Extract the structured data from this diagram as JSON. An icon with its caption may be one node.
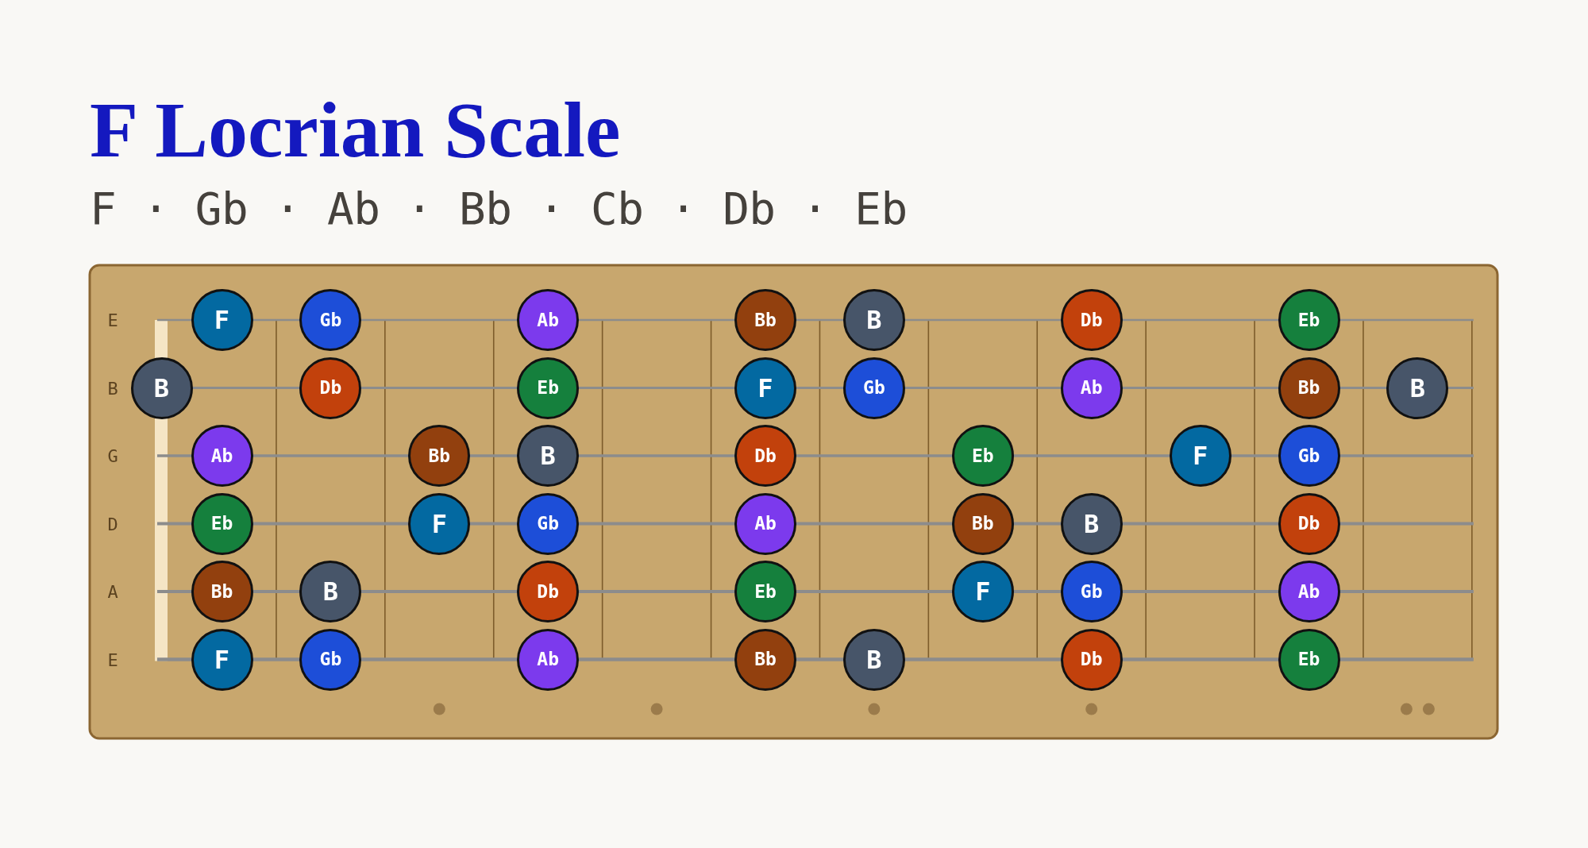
{
  "diagram": {
    "title": "F Locrian Scale",
    "nodes": [
      {
        "text": [
          "F"
        ]
      },
      {
        "text": [
          "Gb"
        ]
      },
      {
        "text": [
          "Ab"
        ]
      },
      {
        "text": [
          "Bb"
        ]
      },
      {
        "text": [
          "B"
        ]
      },
      {
        "text": [
          "Db"
        ]
      },
      {
        "text": [
          "Eb"
        ]
      },
      {
        "text": [
          "B"
        ]
      },
      {
        "text": [
          "Db"
        ]
      },
      {
        "text": [
          "Eb"
        ]
      },
      {
        "text": [
          "F"
        ]
      },
      {
        "text": [
          "Gb"
        ]
      },
      {
        "text": [
          "Ab"
        ]
      },
      {
        "text": [
          "Bb"
        ]
      },
      {
        "text": [
          "B"
        ]
      },
      {
        "text": [
          "Ab"
        ]
      },
      {
        "text": [
          "Bb"
        ]
      },
      {
        "text": [
          "B"
        ]
      },
      {
        "text": [
          "Db"
        ]
      },
      {
        "text": [
          "Eb"
        ]
      },
      {
        "text": [
          "F"
        ]
      },
      {
        "text": [
          "Gb"
        ]
      },
      {
        "text": [
          "Eb"
        ]
      },
      {
        "text": [
          "F"
        ]
      },
      {
        "text": [
          "Gb"
        ]
      },
      {
        "text": [
          "Ab"
        ]
      },
      {
        "text": [
          "Bb"
        ]
      },
      {
        "text": [
          "B"
        ]
      },
      {
        "text": [
          "Db"
        ]
      },
      {
        "text": [
          "Bb"
        ]
      },
      {
        "text": [
          "B"
        ]
      },
      {
        "text": [
          "Db"
        ]
      },
      {
        "text": [
          "Eb"
        ]
      },
      {
        "text": [
          "F"
        ]
      },
      {
        "text": [
          "Gb"
        ]
      },
      {
        "text": [
          "Ab"
        ]
      },
      {
        "text": [
          "F"
        ]
      },
      {
        "text": [
          "Gb"
        ]
      },
      {
        "text": [
          "Ab"
        ]
      },
      {
        "text": [
          "Bb"
        ]
      },
      {
        "text": [
          "B"
        ]
      },
      {
        "text": [
          "Db"
        ]
      },
      {
        "text": [
          "Eb"
        ]
      }
    ],
    "labels": [
      "F · Gb · Ab · Bb · Cb · Db · Eb",
      "E",
      "B",
      "G",
      "D",
      "A",
      "E"
    ]
  }
}
